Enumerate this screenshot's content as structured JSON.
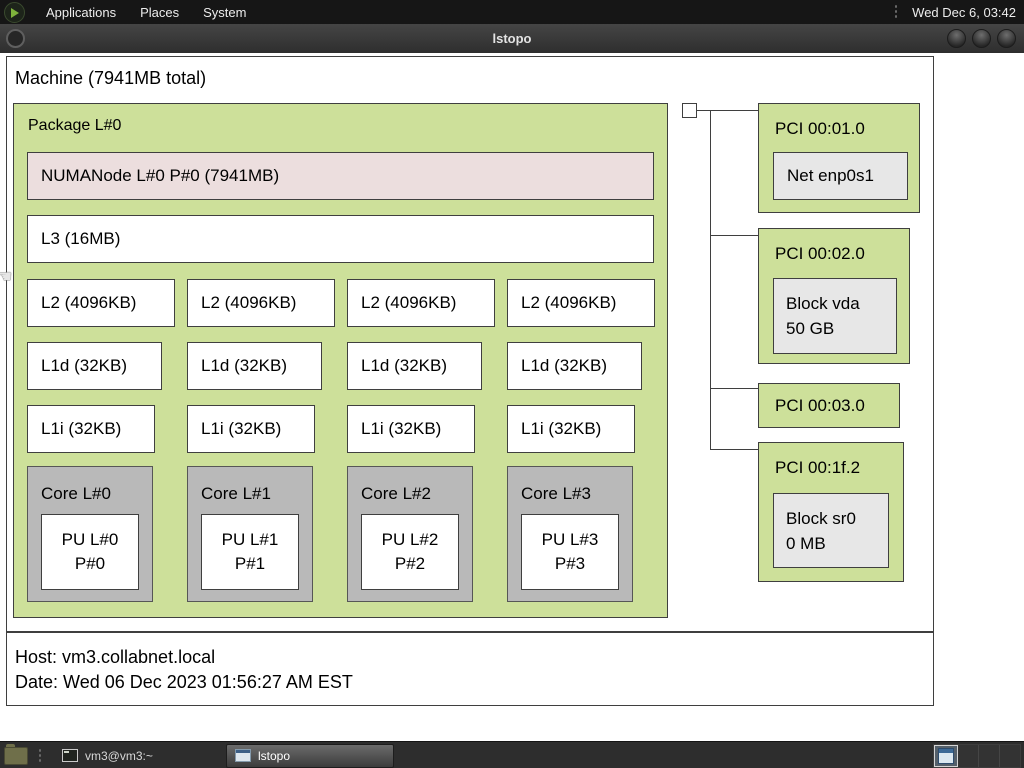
{
  "panel": {
    "menus": [
      "Applications",
      "Places",
      "System"
    ],
    "clock": "Wed Dec 6, 03:42"
  },
  "window": {
    "title": "lstopo"
  },
  "topology": {
    "machine_label": "Machine (7941MB total)",
    "package_label": "Package L#0",
    "numa_label": "NUMANode L#0 P#0 (7941MB)",
    "l3_label": "L3 (16MB)",
    "l2": [
      "L2 (4096KB)",
      "L2 (4096KB)",
      "L2 (4096KB)",
      "L2 (4096KB)"
    ],
    "l1d": [
      "L1d (32KB)",
      "L1d (32KB)",
      "L1d (32KB)",
      "L1d (32KB)"
    ],
    "l1i": [
      "L1i (32KB)",
      "L1i (32KB)",
      "L1i (32KB)",
      "L1i (32KB)"
    ],
    "cores": [
      {
        "label": "Core L#0",
        "pu_line1": "PU L#0",
        "pu_line2": "P#0"
      },
      {
        "label": "Core L#1",
        "pu_line1": "PU L#1",
        "pu_line2": "P#1"
      },
      {
        "label": "Core L#2",
        "pu_line1": "PU L#2",
        "pu_line2": "P#2"
      },
      {
        "label": "Core L#3",
        "pu_line1": "PU L#3",
        "pu_line2": "P#3"
      }
    ],
    "pci": [
      {
        "label": "PCI 00:01.0",
        "device_line1": "Net enp0s1",
        "device_line2": ""
      },
      {
        "label": "PCI 00:02.0",
        "device_line1": "Block vda",
        "device_line2": "50 GB"
      },
      {
        "label": "PCI 00:03.0"
      },
      {
        "label": "PCI 00:1f.2",
        "device_line1": "Block sr0",
        "device_line2": "0 MB"
      }
    ],
    "legend": {
      "host": "Host: vm3.collabnet.local",
      "date": "Date: Wed 06 Dec 2023 01:56:27 AM EST"
    }
  },
  "taskbar": {
    "items": [
      {
        "label": "vm3@vm3:~"
      },
      {
        "label": "lstopo"
      }
    ]
  },
  "colors": {
    "package_green": "#cde09a",
    "numa_pink": "#ecdede",
    "core_gray": "#b9b9b9",
    "device_gray": "#e7e7e7",
    "border": "#3f3f3f",
    "panel_bg": "#161616"
  }
}
